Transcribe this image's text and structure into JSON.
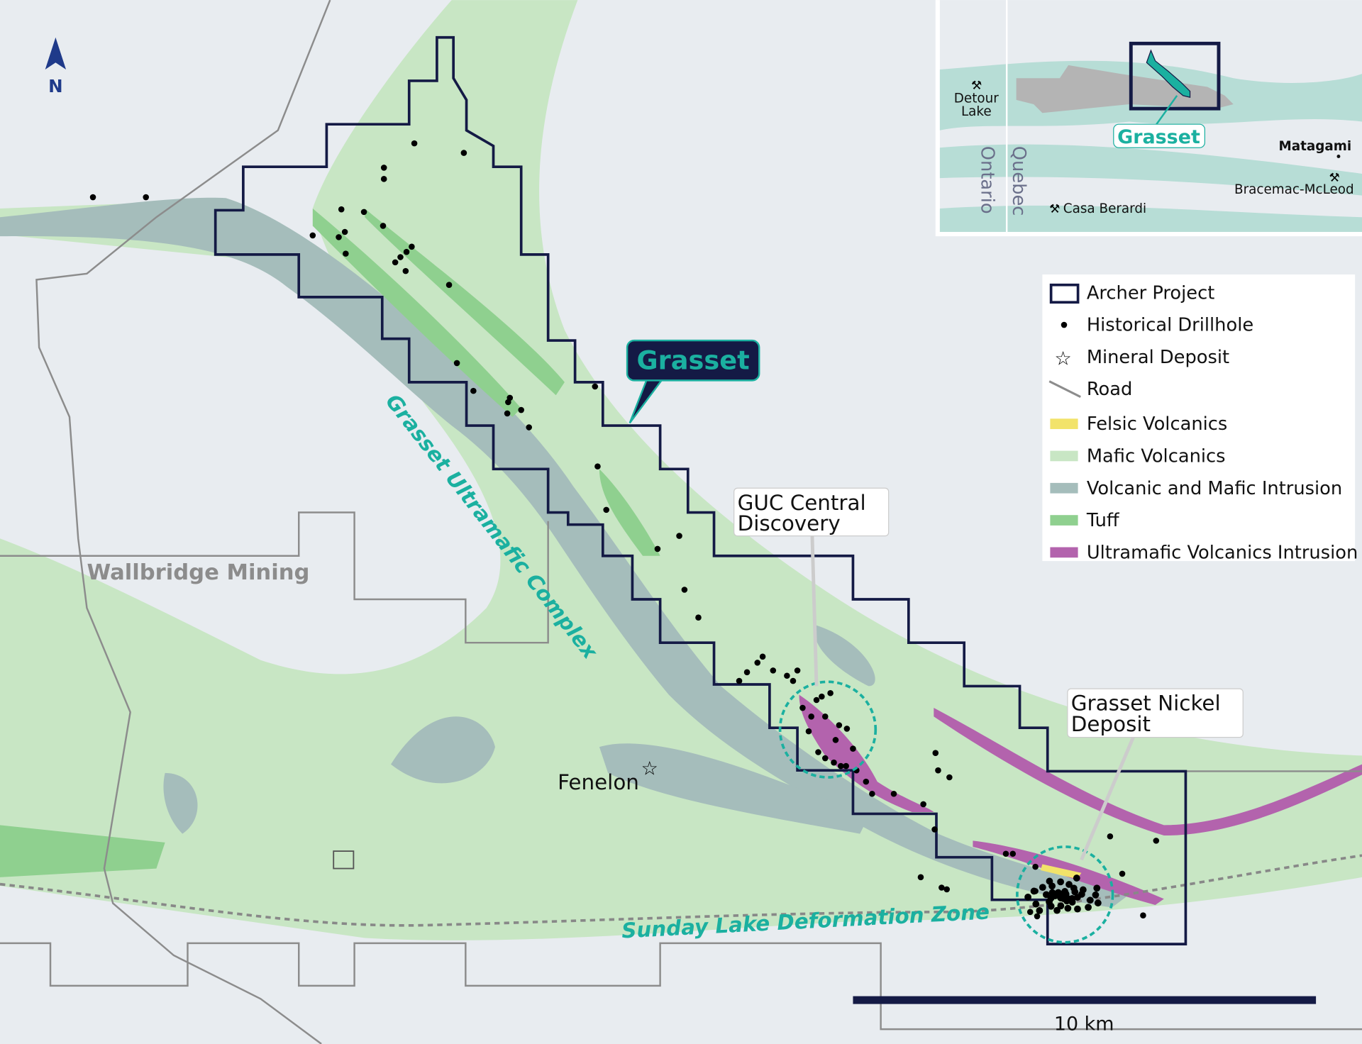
{
  "north": {
    "label": "N"
  },
  "labels": {
    "grasset_callout": "Grasset",
    "complex": "Grasset Ultramafic Complex",
    "guc_line1": "GUC Central",
    "guc_line2": "Discovery",
    "nickel_line1": "Grasset Nickel",
    "nickel_line2": "Deposit",
    "fenelon": "Fenelon",
    "wallbridge": "Wallbridge Mining",
    "sunday_lake": "Sunday Lake Deformation Zone"
  },
  "scale_bar": {
    "label": "10 km"
  },
  "inset": {
    "detour1": "Detour",
    "detour2": "Lake",
    "ontario": "Ontario",
    "quebec": "Quebec",
    "casa": "Casa Berardi",
    "grasset": "Grasset",
    "matagami": "Matagami",
    "bracemac": "Bracemac-McLeod"
  },
  "legend": {
    "items": [
      {
        "label": "Archer Project",
        "symbol": "box",
        "color": "#141a45"
      },
      {
        "label": "Historical Drillhole",
        "symbol": "dot",
        "color": "#000000"
      },
      {
        "label": "Mineral Deposit",
        "symbol": "star",
        "color": "#000000"
      },
      {
        "label": "Road",
        "symbol": "line",
        "color": "#8c8c8c"
      },
      {
        "label": "Felsic Volcanics",
        "symbol": "swatch",
        "color": "#f2e36a"
      },
      {
        "label": "Mafic Volcanics",
        "symbol": "swatch",
        "color": "#c8e6c4"
      },
      {
        "label": "Volcanic and Mafic Intrusion",
        "symbol": "swatch",
        "color": "#a5bdbb"
      },
      {
        "label": "Tuff",
        "symbol": "swatch",
        "color": "#8fd08f"
      },
      {
        "label": "Ultramafic Volcanics Intrusion",
        "symbol": "swatch",
        "color": "#b363ad"
      }
    ]
  },
  "colors": {
    "accent": "#1bb0a0",
    "project": "#141a45",
    "background": "#e8ecf0"
  }
}
